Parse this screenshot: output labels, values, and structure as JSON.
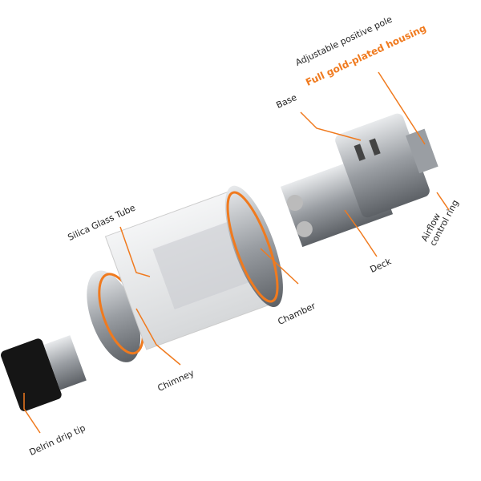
{
  "labels": {
    "positive_pole": "Adjustable positive pole",
    "gold_housing": "Full gold-plated housing",
    "base": "Base",
    "airflow_line1": "Airflow",
    "airflow_line2": "control ring",
    "deck": "Deck",
    "chamber": "Chamber",
    "glass_tube": "Silica Glass Tube",
    "chimney": "Chimney",
    "drip_tip": "Delrin drip tip"
  },
  "colors": {
    "accent": "#f07a1e",
    "text": "#222222",
    "metal": "#a9adb1"
  }
}
